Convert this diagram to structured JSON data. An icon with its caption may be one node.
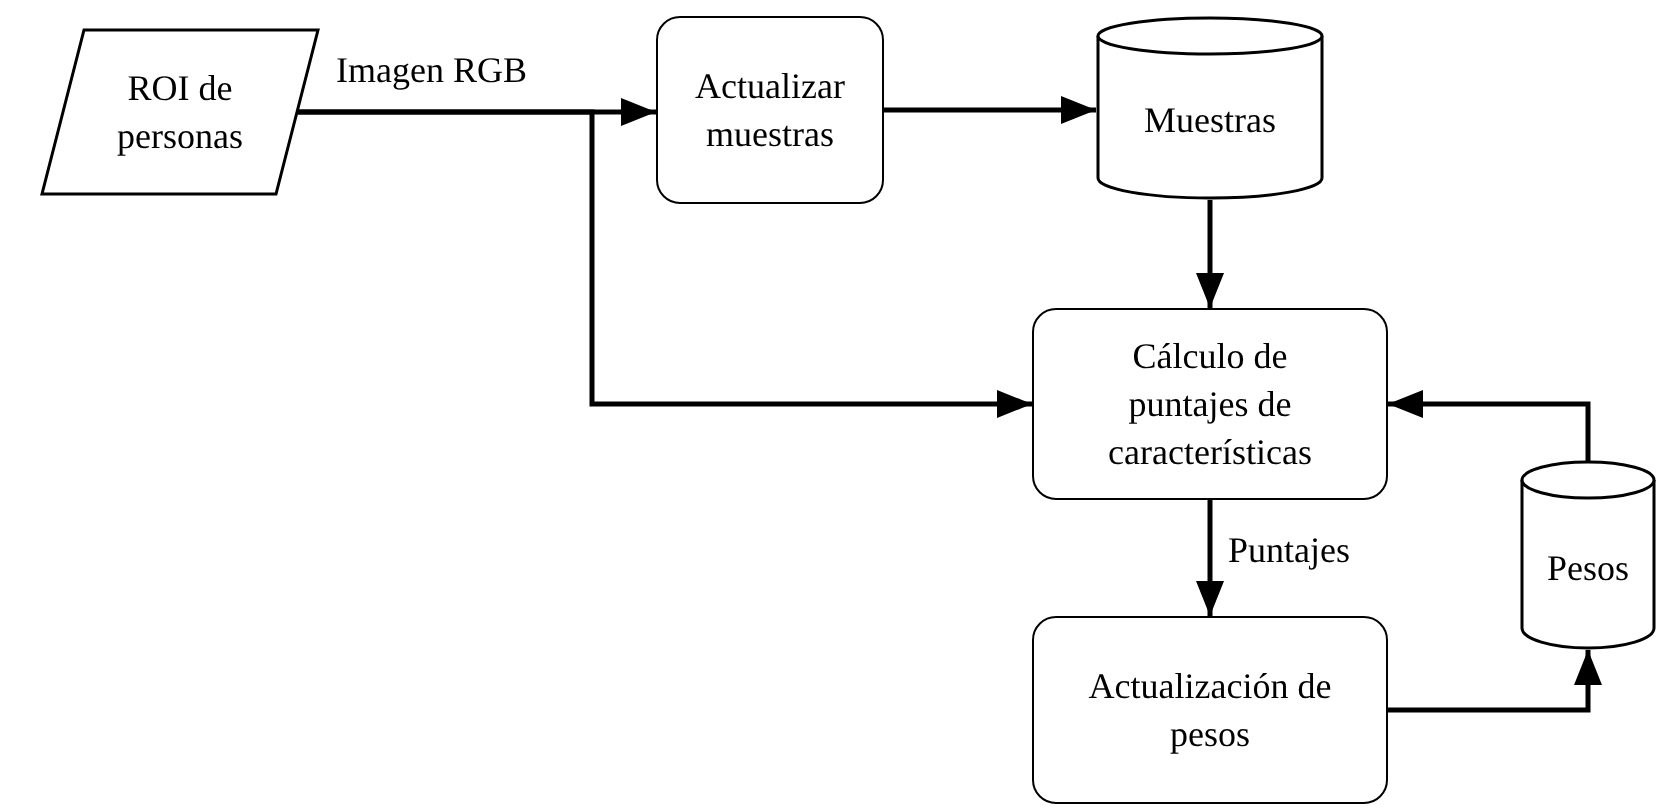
{
  "diagram": {
    "nodes": [
      {
        "text": [
          "ROI de personas"
        ]
      },
      {
        "text": [
          "Actualizar muestras"
        ]
      },
      {
        "text": [
          "Muestras"
        ]
      },
      {
        "text": [
          "Cálculo de puntajes de características"
        ]
      },
      {
        "text": [
          "Actualización de pesos"
        ]
      },
      {
        "text": [
          "Pesos"
        ]
      }
    ],
    "edges": [
      {
        "from": 0,
        "to": 1,
        "arrow": "to",
        "label": "Imagen RGB"
      },
      {
        "from": 0,
        "to": 3,
        "arrow": "to"
      },
      {
        "from": 1,
        "to": 2,
        "arrow": "to"
      },
      {
        "from": 2,
        "to": 3,
        "arrow": "to"
      },
      {
        "from": 3,
        "to": 4,
        "arrow": "to",
        "label": "Puntajes"
      },
      {
        "from": 4,
        "to": 5,
        "arrow": "to"
      },
      {
        "from": 5,
        "to": 3,
        "arrow": "to"
      }
    ]
  }
}
